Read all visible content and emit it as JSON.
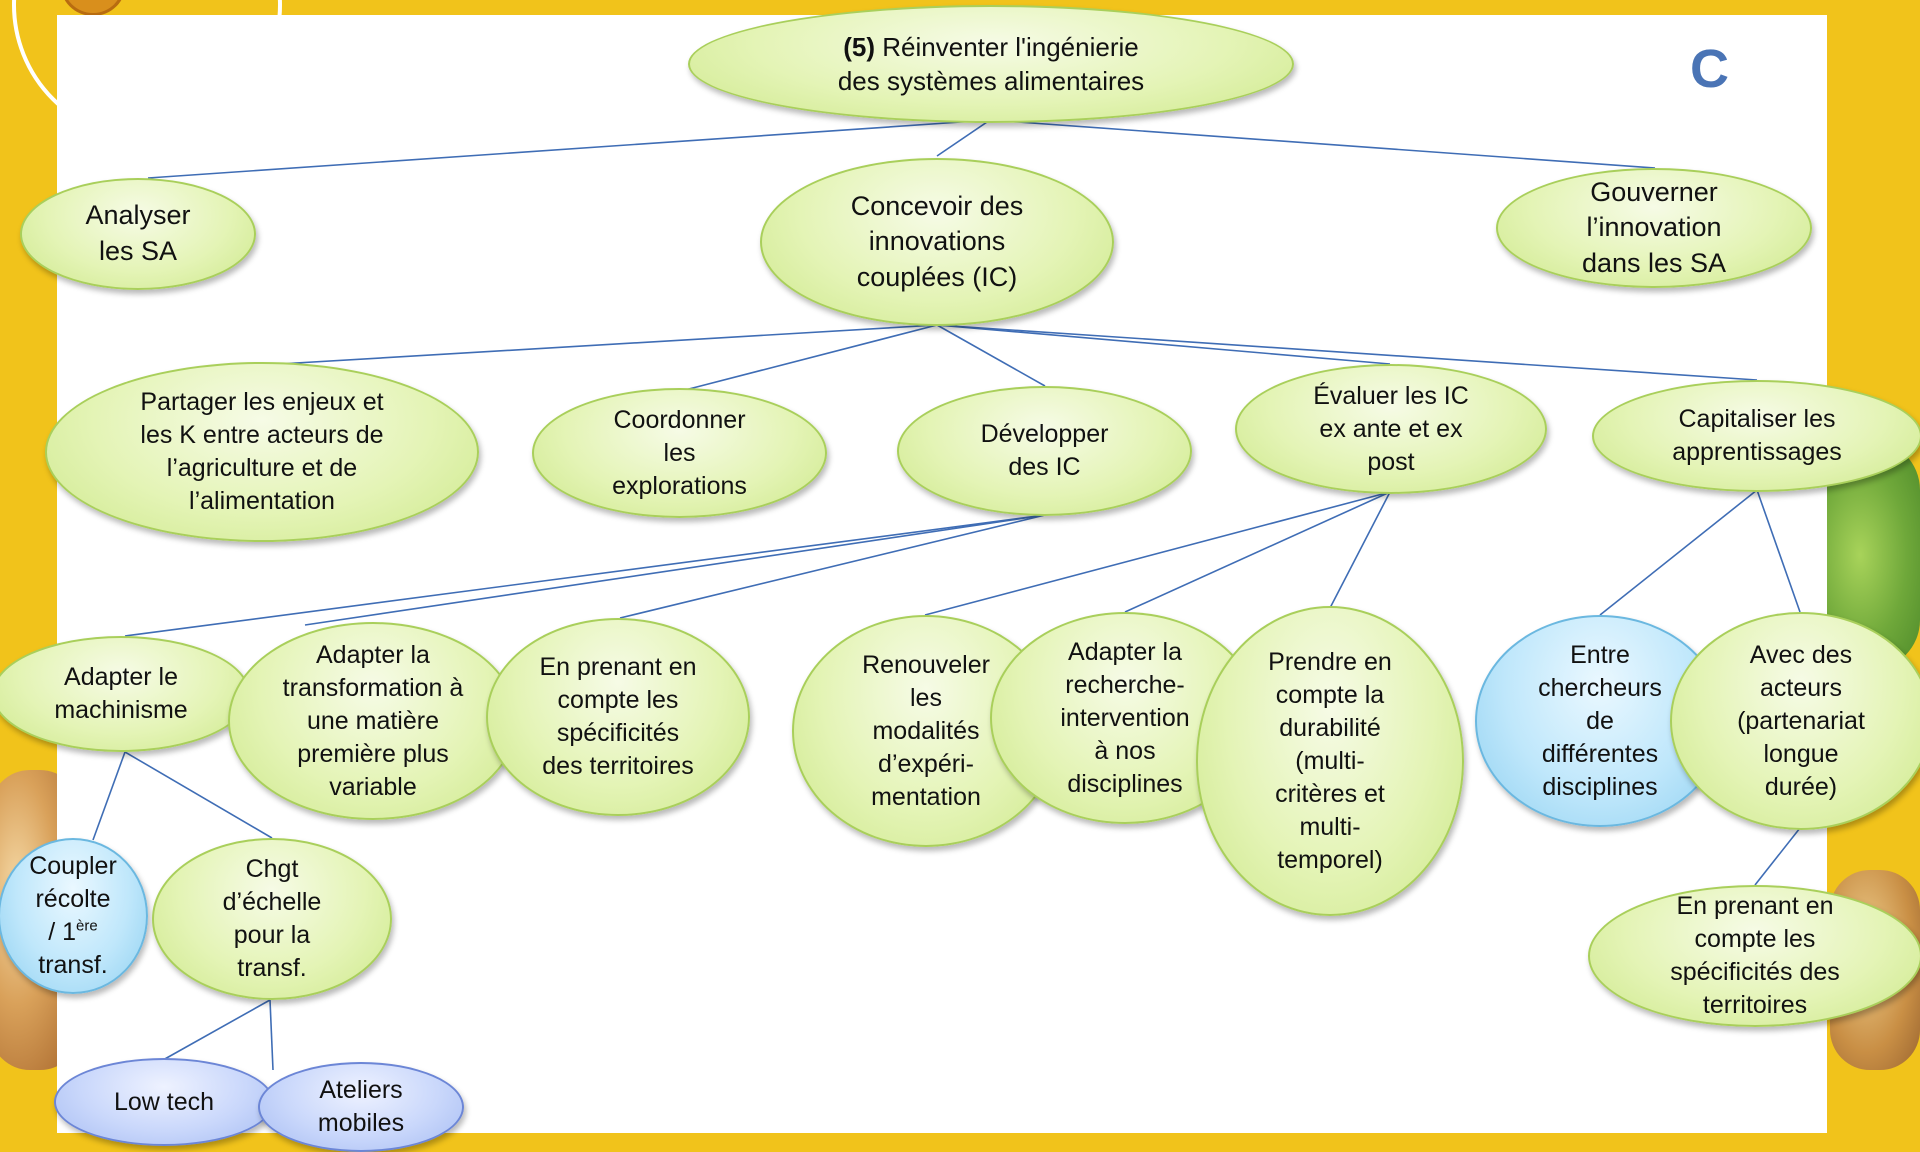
{
  "corner_letter": "C",
  "root": {
    "number": "(5)",
    "line1": " Réinventer l'ingénierie",
    "line2": "des systèmes alimentaires"
  },
  "level1": {
    "analyser": "Analyser\nles SA",
    "concevoir": "Concevoir des\ninnovations\ncouplées (IC)",
    "gouverner": "Gouverner\nl’innovation\ndans les SA"
  },
  "level2": {
    "partager": "Partager les enjeux et\nles K entre acteurs de\nl’agriculture et de\nl’alimentation",
    "coordonner": "Coordonner\nles\nexplorations",
    "developper": "Développer\ndes IC",
    "evaluer": "Évaluer les IC\nex ante et ex\npost",
    "capitaliser": "Capitaliser les\napprentissages"
  },
  "level3": {
    "adapter_machinisme": "Adapter le\nmachinisme",
    "adapter_transformation": "Adapter la\ntransformation à\nune matière\npremière plus\nvariable",
    "specificites_territoires": "En prenant en\ncompte les\nspécificités\ndes territoires",
    "renouveler": "Renouveler\nles\nmodalités\nd’expéri-\nmentation",
    "adapter_recherche": "Adapter la\nrecherche-\nintervention\nà nos\ndisciplines",
    "durabilite": "Prendre en\ncompte la\ndurabilité\n(multi-\ncritères et\nmulti-\ntemporel)",
    "entre_chercheurs": "Entre\nchercheurs\nde\ndifférentes\ndisciplines",
    "avec_acteurs": "Avec des\nacteurs\n(partenariat\nlongue\ndurée)"
  },
  "level4": {
    "coupler_line1": "Coupler",
    "coupler_line2": "récolte",
    "coupler_prefix": "/ 1",
    "coupler_sup": "ère",
    "coupler_line4": "transf.",
    "chgt": "Chgt\nd’échelle\npour la\ntransf.",
    "specificites_territoires_2": "En prenant en\ncompte les\nspécificités des\nterritoires"
  },
  "level5": {
    "low_tech": "Low tech",
    "ateliers": "Ateliers\nmobiles"
  },
  "colors": {
    "background": "#f1c31b",
    "node_green": "#e4f4b6",
    "node_blue": "#bfe7fb",
    "node_lavender": "#c9d7fb",
    "connector": "#3f6db5",
    "letter": "#4a74b5"
  }
}
